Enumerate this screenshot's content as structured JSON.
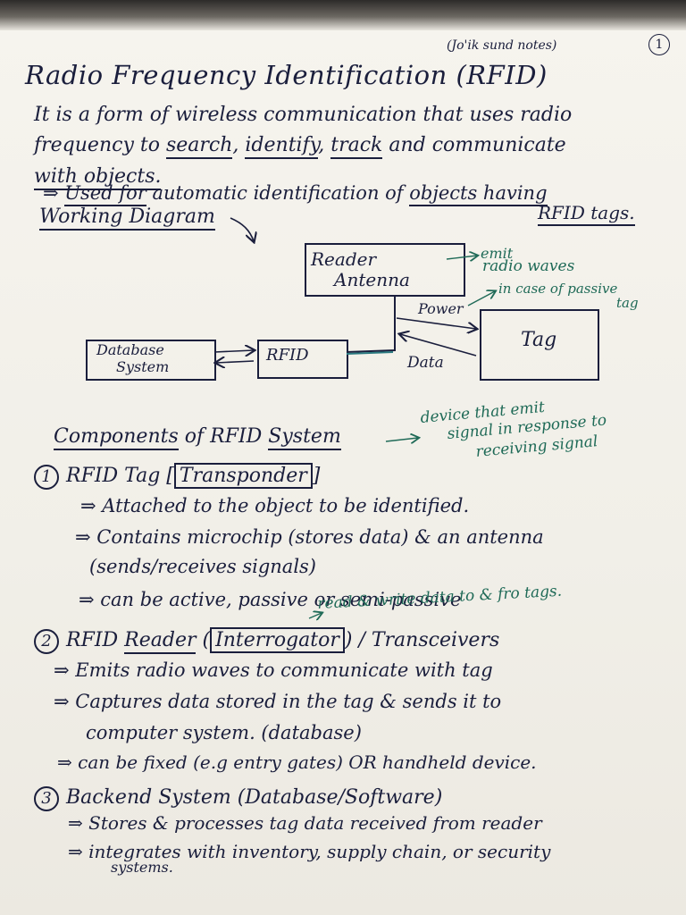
{
  "notes": {
    "page_number": "1",
    "top_note": "(Jo'ik sund notes)",
    "title": "Radio Frequency Identification (RFID)",
    "intro_1": "It is a form of wireless communication that uses radio",
    "intro_2a": "frequency to ",
    "intro_search": "search",
    "intro_identify": "identify",
    "intro_track": "track",
    "intro_2b": " and communicate",
    "intro_3": "with objects.",
    "used_for_prefix": "⇒ ",
    "used_for": "Used for",
    "used_for_rest_a": " automatic identification of ",
    "used_for_objects": "objects having",
    "rfid_tags": "RFID tags.",
    "working_diagram": "Working Diagram",
    "diagram": {
      "reader_antenna_1": "Reader",
      "reader_antenna_2": "Antenna",
      "emit_1": "emit",
      "emit_2": "radio waves",
      "passive_1": "in case of passive",
      "passive_2": "tag",
      "power": "Power",
      "data": "Data",
      "tag": "Tag",
      "database_1": "Database",
      "database_2": "System",
      "rfid": "RFID"
    },
    "components_heading_a": "Components",
    "components_heading_b": " of RFID ",
    "components_heading_c": "System",
    "device_note_1": "device that emit",
    "device_note_2": "signal in response to",
    "device_note_3": "receiving signal",
    "c1_num": "1",
    "c1_title_a": "RFID Tag [",
    "c1_title_b": "Transponder",
    "c1_title_c": "]",
    "c1_b1": "⇒ Attached to the object to be identified.",
    "c1_b2": "⇒ Contains microchip (stores data) & an antenna",
    "c1_b2b": "(sends/receives signals)",
    "c1_b3": "⇒ can be active, passive or semi-passive",
    "c1_note": "read & write data to & fro tags.",
    "c2_num": "2",
    "c2_title_a": "RFID ",
    "c2_title_b": "Reader",
    "c2_title_c": " (",
    "c2_title_d": "Interrogator",
    "c2_title_e": ") / Transceivers",
    "c2_b1": "⇒ Emits radio waves to communicate with tag",
    "c2_b2": "⇒ Captures data stored in the tag & sends it to",
    "c2_b2b": "computer system. (database)",
    "c2_b3": "⇒ can be fixed (e.g entry gates) OR handheld device.",
    "c3_num": "3",
    "c3_title": "Backend System (Database/Software)",
    "c3_b1": "⇒ Stores & processes tag data received from reader",
    "c3_b2": "⇒ integrates with inventory, supply chain, or security",
    "c3_b2b": "systems."
  }
}
